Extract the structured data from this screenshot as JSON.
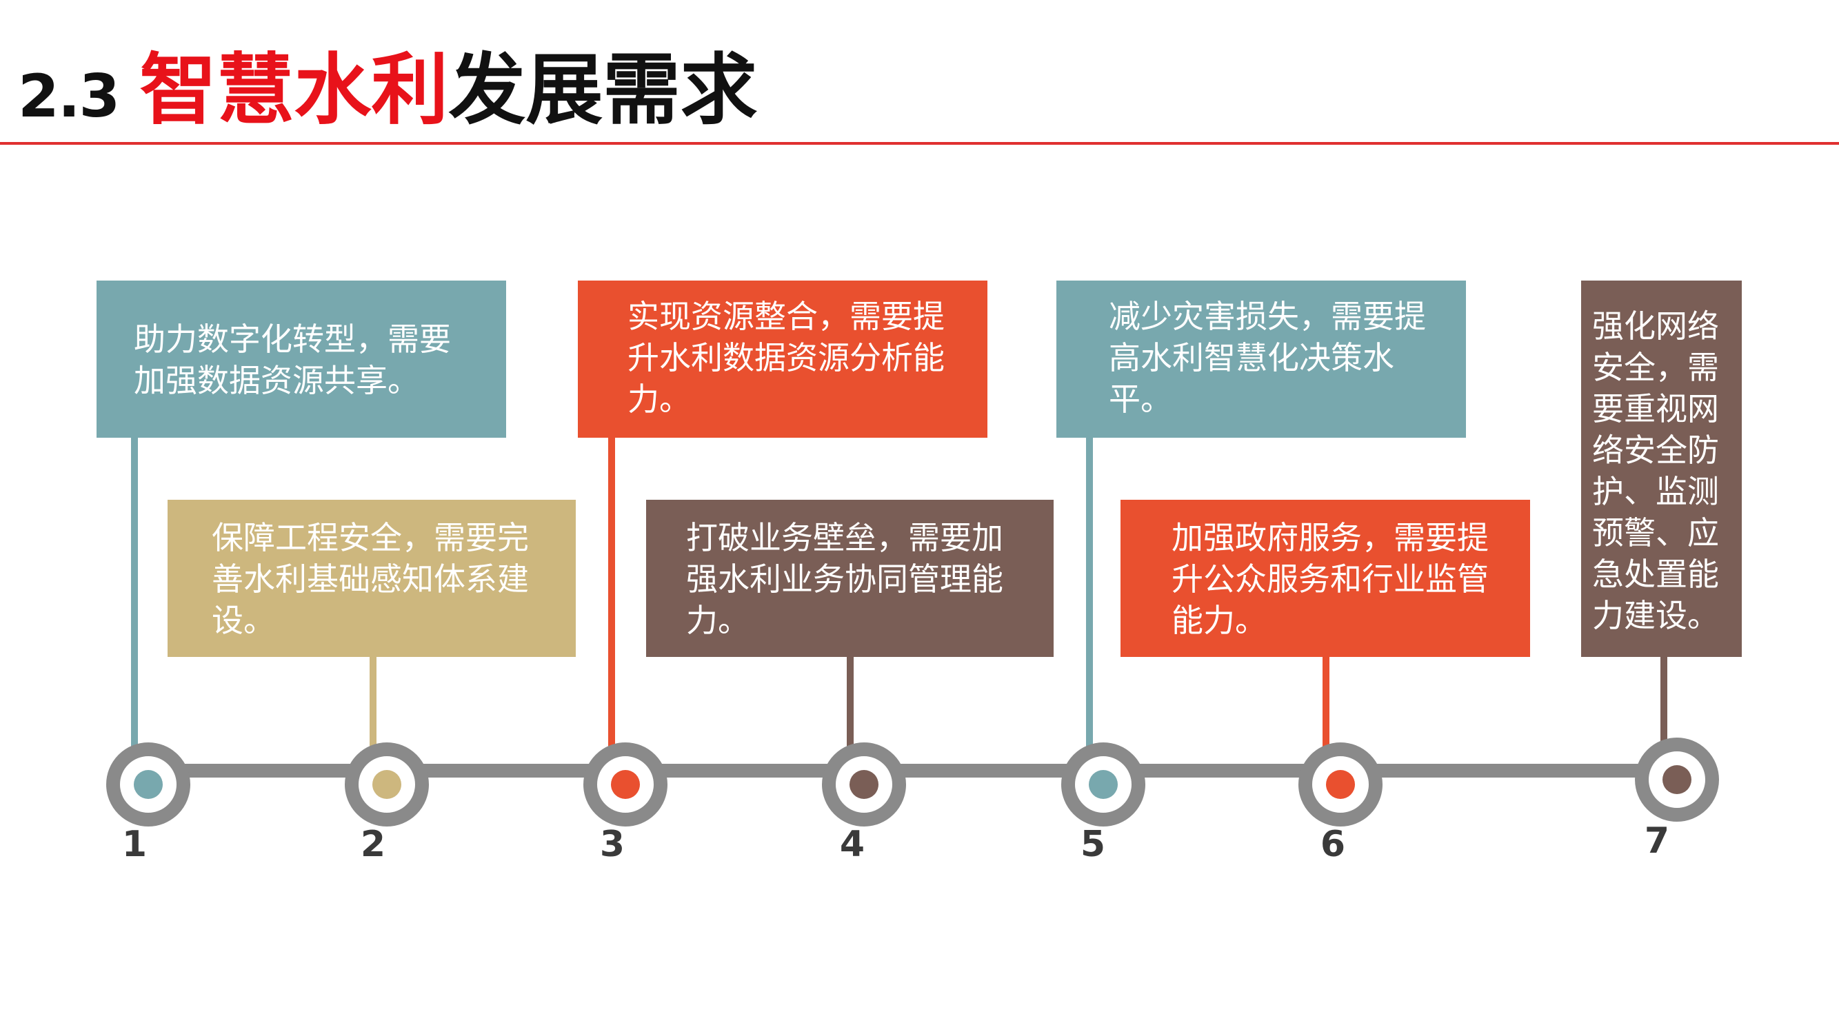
{
  "title": {
    "number": "2.3",
    "highlight": "智慧水利",
    "rest": "发展需求"
  },
  "colors": {
    "teal": "#78a8ae",
    "tan": "#cdb77e",
    "orange": "#e9502f",
    "brown": "#7a5e56",
    "track": "#8a8a8a",
    "accent_red": "#e8121a"
  },
  "steps": [
    {
      "label": "1",
      "text": "助力数字化转型，需要加强数据资源共享。"
    },
    {
      "label": "2",
      "text": "保障工程安全，需要完善水利基础感知体系建设。"
    },
    {
      "label": "3",
      "text": "实现资源整合，需要提升水利数据资源分析能力。"
    },
    {
      "label": "4",
      "text": "打破业务壁垒，需要加强水利业务协同管理能力。"
    },
    {
      "label": "5",
      "text": "减少灾害损失，需要提高水利智慧化决策水平。"
    },
    {
      "label": "6",
      "text": "加强政府服务，需要提升公众服务和行业监管能力。"
    },
    {
      "label": "7",
      "text": "强化网络安全，需要重视网络安全防护、监测预警、应急处置能力建设。"
    }
  ]
}
